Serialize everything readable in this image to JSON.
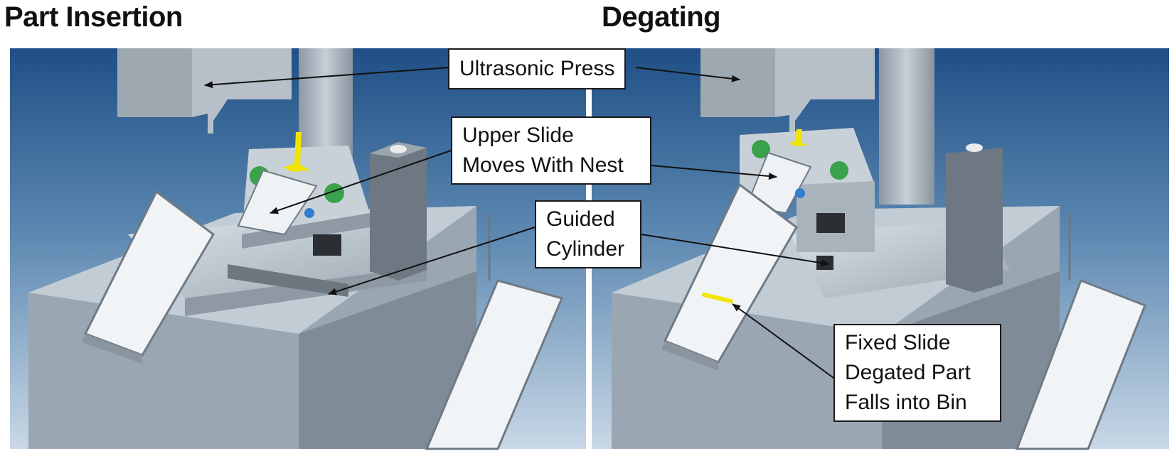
{
  "titles": {
    "left": "Part Insertion",
    "right": "Degating"
  },
  "callouts": {
    "ultrasonic_press": "Ultrasonic Press",
    "upper_slide": [
      "Upper Slide",
      "Moves With Nest"
    ],
    "guided_cylinder": [
      "Guided",
      "Cylinder"
    ],
    "fixed_slide": [
      "Fixed Slide",
      "Degated Part",
      "Falls into Bin"
    ]
  },
  "colors": {
    "background_top": "#1f4f86",
    "background_bottom": "#c9d8e6",
    "machine_gray": "#b9c3cc",
    "part_yellow": "#f2e600",
    "bumper_green": "#3aa24a",
    "fitting_blue": "#2e7fd1"
  }
}
